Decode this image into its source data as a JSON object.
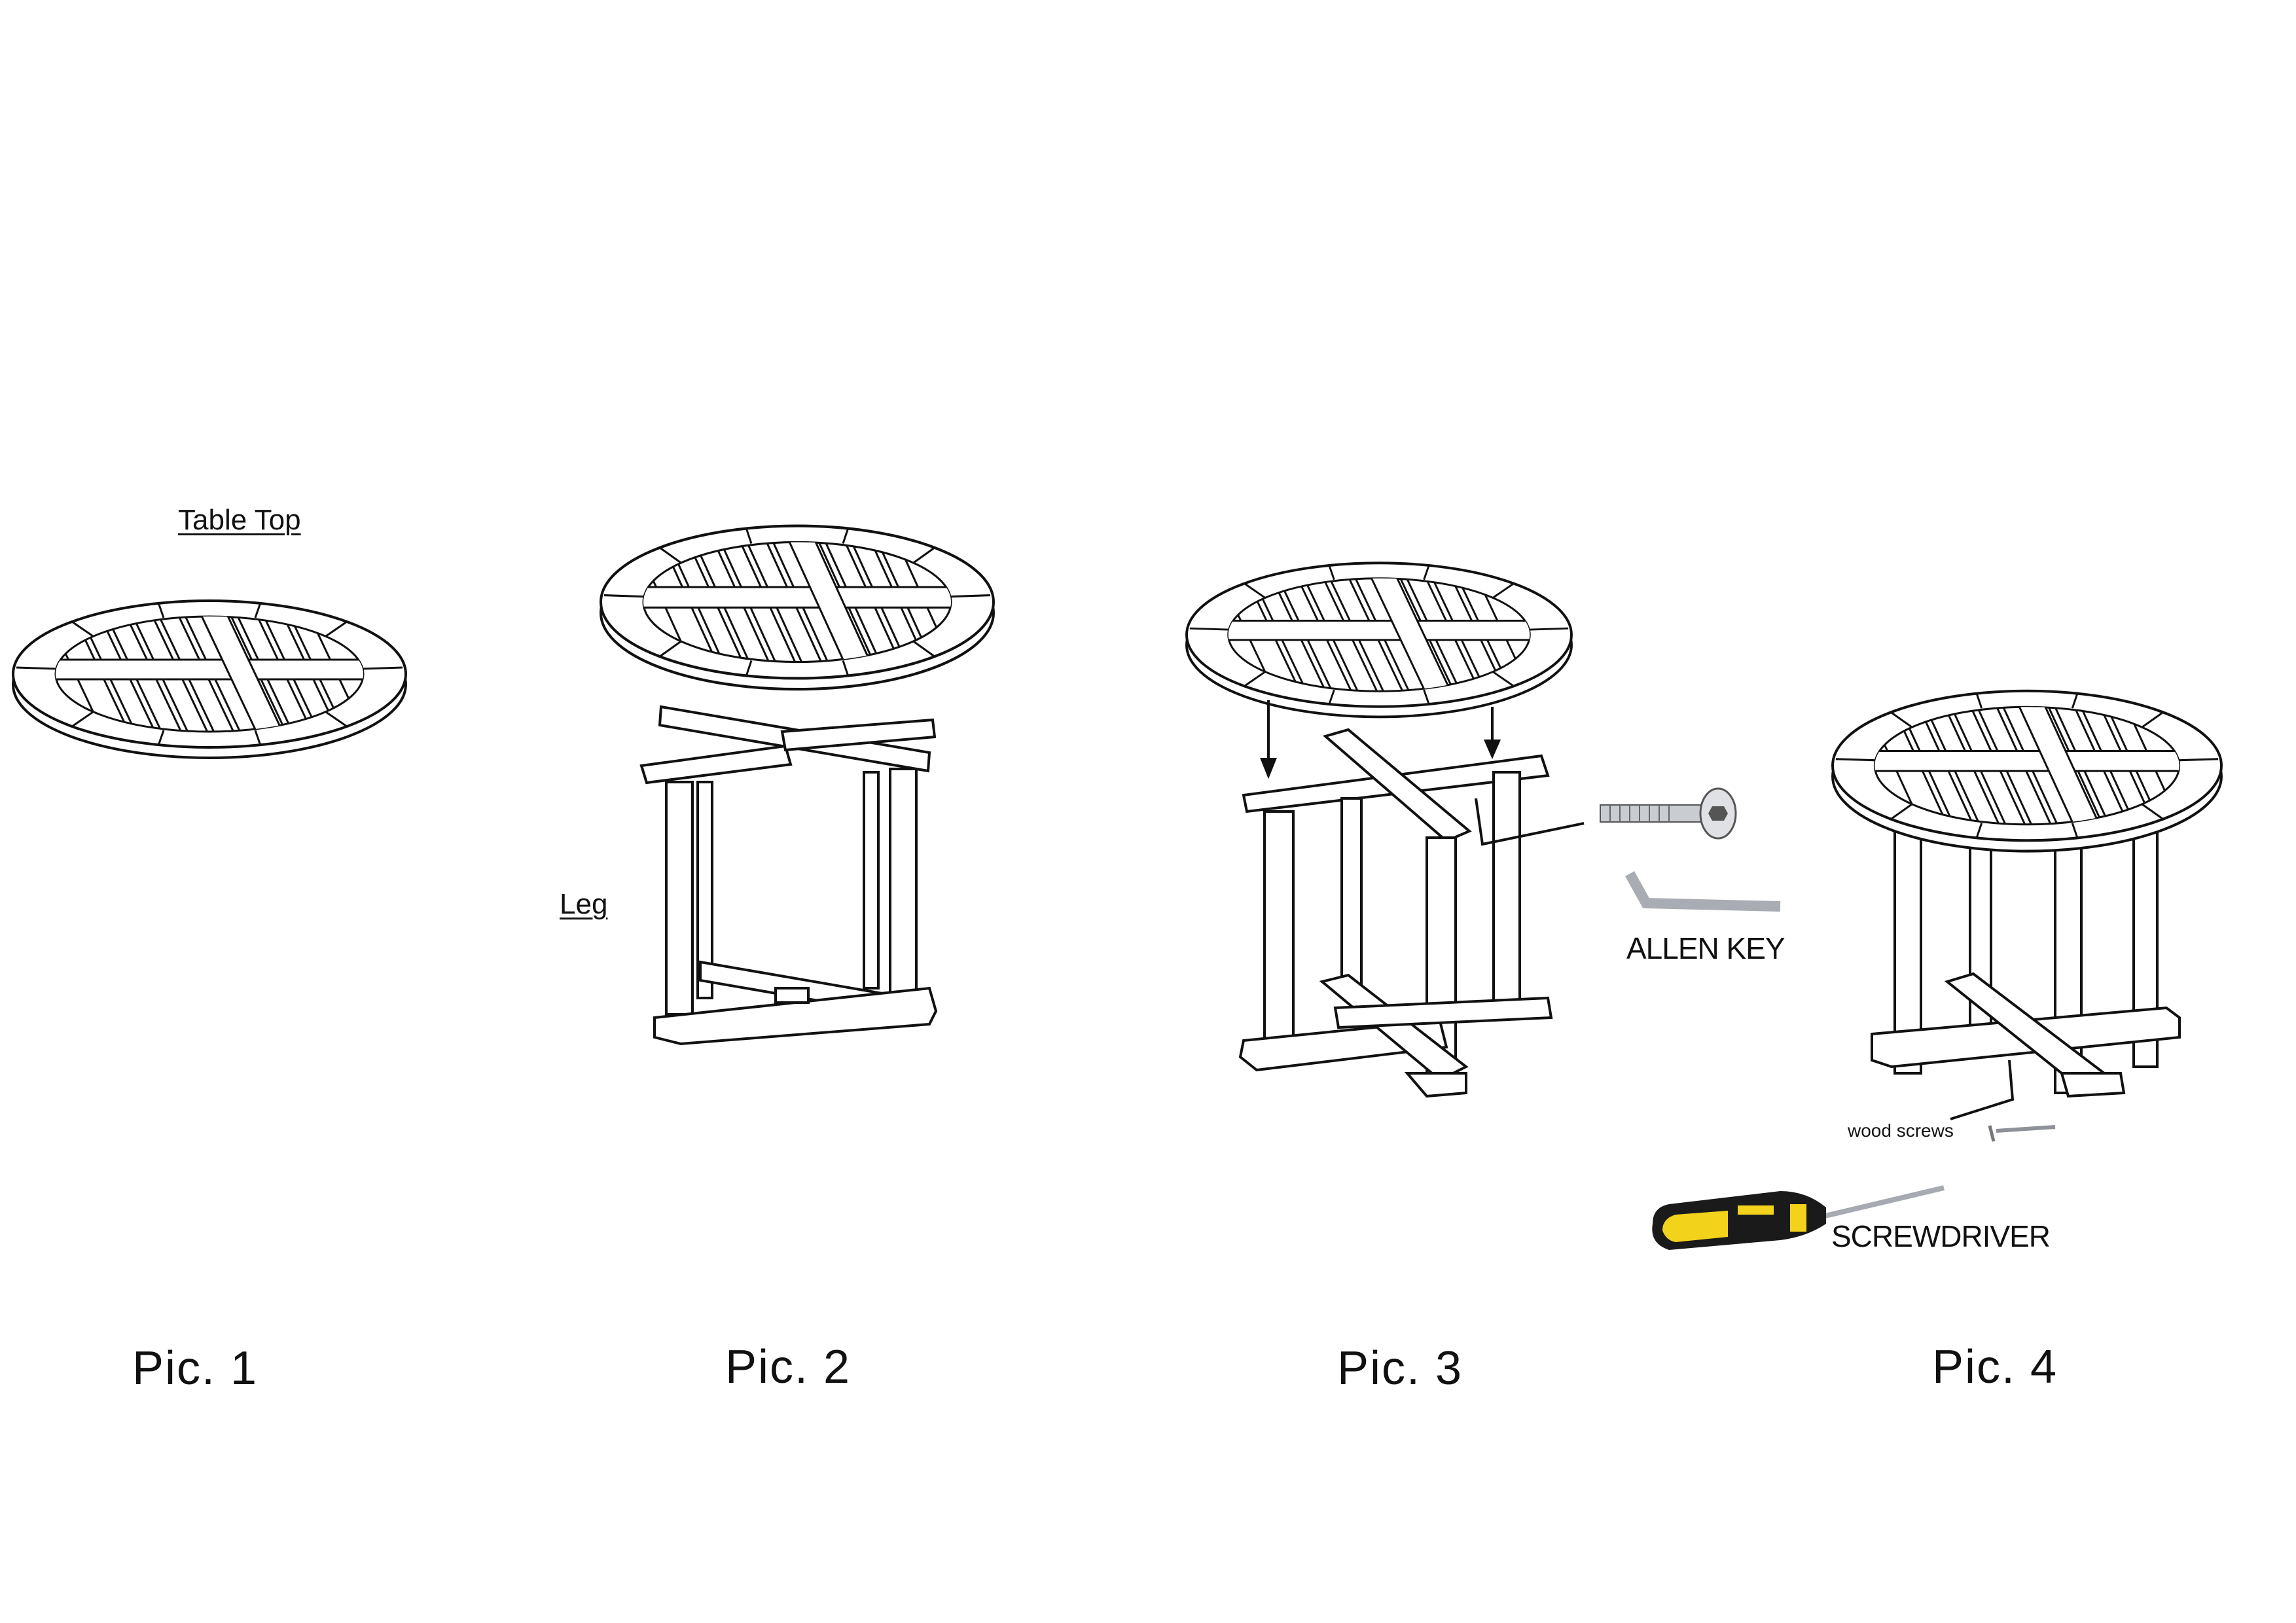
{
  "labels": {
    "table_top": "Table Top",
    "leg": "Leg",
    "allen_key": "ALLEN KEY",
    "wood_screws": "wood screws",
    "screwdriver": "SCREWDRIVER"
  },
  "captions": [
    "Pic. 1",
    "Pic. 2",
    "Pic. 3",
    "Pic. 4"
  ],
  "colors": {
    "line": "#111111",
    "metal": "#b8bcc2",
    "handle_yellow": "#f2d21b",
    "handle_black": "#1a1a1a"
  },
  "icons": [
    "table-top-drawing",
    "folded-leg-drawing",
    "assembly-drawing",
    "assembled-table-drawing",
    "bolt-icon",
    "allen-key-icon",
    "wood-screw-icon",
    "screwdriver-icon"
  ]
}
